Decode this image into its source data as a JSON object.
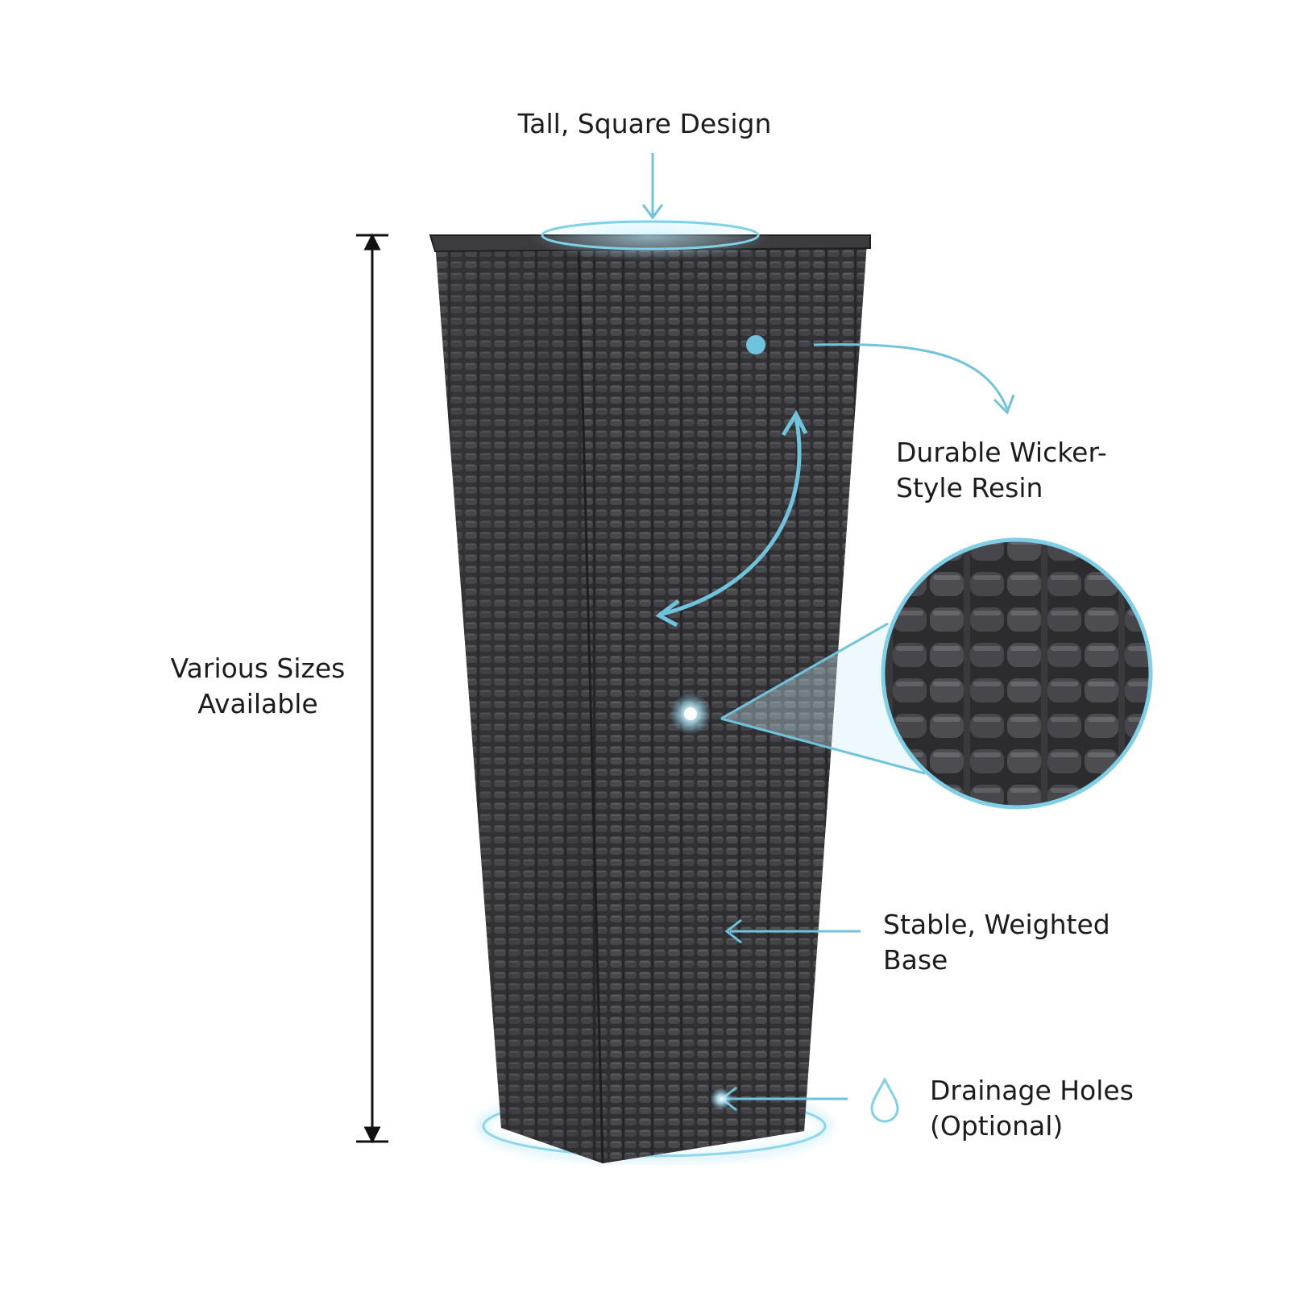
{
  "callouts": {
    "top_design": "Tall, Square Design",
    "sizes": [
      "Various Sizes",
      "Available"
    ],
    "material": [
      "Durable Wicker-",
      "Style Resin"
    ],
    "base": [
      "Stable, Weighted",
      "Base"
    ],
    "drainage": [
      "Drainage Holes",
      "(Optional)"
    ]
  },
  "colors": {
    "accent": "#6fc3dc",
    "planter_dark": "#2b2b2d",
    "planter_light": "#4a4a4d",
    "text": "#1c1c1c"
  },
  "icons": [
    "water-drop-icon",
    "dimension-arrow-icon"
  ]
}
